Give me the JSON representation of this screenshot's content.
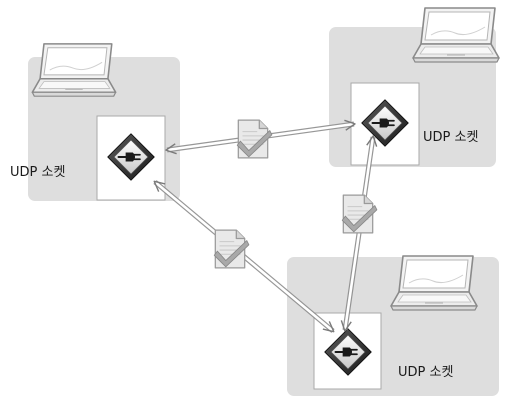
{
  "nodes": [
    {
      "id": "left",
      "socket_label": "UDP 소켓"
    },
    {
      "id": "top-right",
      "socket_label": "UDP 소켓"
    },
    {
      "id": "bottom-right",
      "socket_label": "UDP 소켓"
    }
  ],
  "links": [
    {
      "from": "left",
      "to": "top-right",
      "packet": "datagram-icon"
    },
    {
      "from": "left",
      "to": "bottom-right",
      "packet": "datagram-icon"
    },
    {
      "from": "bottom-right",
      "to": "top-right",
      "packet": "datagram-icon"
    }
  ],
  "colors": {
    "host_panel": "#dedede",
    "socket_card": "#ffffff",
    "socket_diamond": "#2b2b2b",
    "arrow_stroke": "#8c8c8c",
    "packet_paper": "#e6e6e6",
    "packet_check": "#a6a6a6",
    "laptop_body": "#f2f2f2",
    "laptop_outline": "#8a8a8a"
  }
}
